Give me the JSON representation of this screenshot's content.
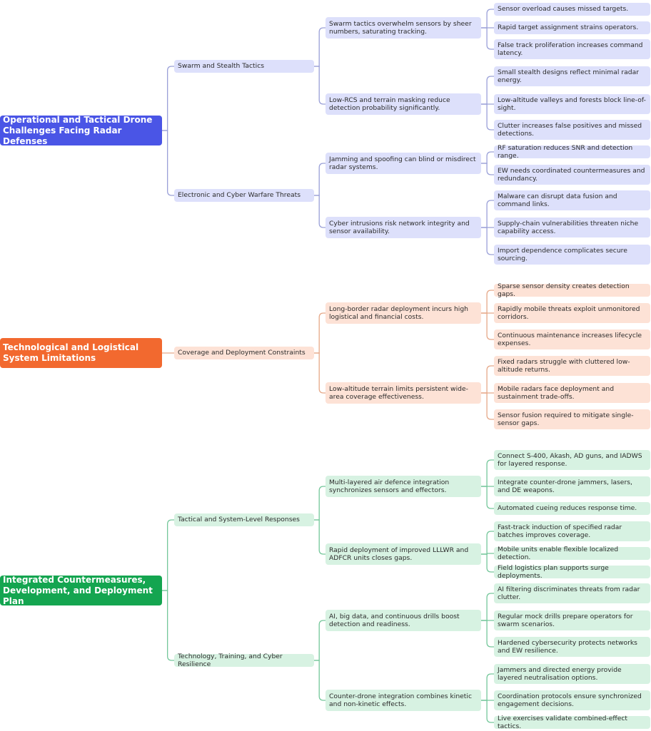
{
  "colors": {
    "blue": "#4a55e6",
    "orange": "#f2692f",
    "green": "#14a550"
  },
  "branches": [
    {
      "label": "Operational and Tactical Drone Challenges Facing Radar Defenses",
      "color": "blue",
      "children": [
        {
          "label": "Swarm and Stealth Tactics",
          "children": [
            {
              "label": "Swarm tactics overwhelm sensors by sheer numbers, saturating tracking.",
              "children": [
                "Sensor overload causes missed targets.",
                "Rapid target assignment strains operators.",
                "False track proliferation increases command latency."
              ]
            },
            {
              "label": "Low-RCS and terrain masking reduce detection probability significantly.",
              "children": [
                "Small stealth designs reflect minimal radar energy.",
                "Low-altitude valleys and forests block line-of-sight.",
                "Clutter increases false positives and missed detections."
              ]
            }
          ]
        },
        {
          "label": "Electronic and Cyber Warfare Threats",
          "children": [
            {
              "label": "Jamming and spoofing can blind or misdirect radar systems.",
              "children": [
                "RF saturation reduces SNR and detection range.",
                "EW needs coordinated countermeasures and redundancy."
              ]
            },
            {
              "label": "Cyber intrusions risk network integrity and sensor availability.",
              "children": [
                "Malware can disrupt data fusion and command links.",
                "Supply-chain vulnerabilities threaten niche capability access.",
                "Import dependence complicates secure sourcing."
              ]
            }
          ]
        }
      ]
    },
    {
      "label": "Technological and Logistical System Limitations",
      "color": "orange",
      "children": [
        {
          "label": "Coverage and Deployment Constraints",
          "children": [
            {
              "label": "Long-border radar deployment incurs high logistical and financial costs.",
              "children": [
                "Sparse sensor density creates detection gaps.",
                "Rapidly mobile threats exploit unmonitored corridors.",
                "Continuous maintenance increases lifecycle expenses."
              ]
            },
            {
              "label": "Low-altitude terrain limits persistent wide-area coverage effectiveness.",
              "children": [
                "Fixed radars struggle with cluttered low-altitude returns.",
                "Mobile radars face deployment and sustainment trade-offs.",
                "Sensor fusion required to mitigate single-sensor gaps."
              ]
            }
          ]
        }
      ]
    },
    {
      "label": "Integrated Countermeasures, Development, and Deployment Plan",
      "color": "green",
      "children": [
        {
          "label": "Tactical and System-Level Responses",
          "children": [
            {
              "label": "Multi-layered air defence integration synchronizes sensors and effectors.",
              "children": [
                "Connect S-400, Akash, AD guns, and IADWS for layered response.",
                "Integrate counter-drone jammers, lasers, and DE weapons.",
                "Automated cueing reduces response time."
              ]
            },
            {
              "label": "Rapid deployment of improved LLLWR and ADFCR units closes gaps.",
              "children": [
                "Fast-track induction of specified radar batches improves coverage.",
                "Mobile units enable flexible localized detection.",
                "Field logistics plan supports surge deployments."
              ]
            }
          ]
        },
        {
          "label": "Technology, Training, and Cyber Resilience",
          "children": [
            {
              "label": "AI, big data, and continuous drills boost detection and readiness.",
              "children": [
                "AI filtering discriminates threats from radar clutter.",
                "Regular mock drills prepare operators for swarm scenarios.",
                "Hardened cybersecurity protects networks and EW resilience."
              ]
            },
            {
              "label": "Counter-drone integration combines kinetic and non-kinetic effects.",
              "children": [
                "Jammers and directed energy provide layered neutralisation options.",
                "Coordination protocols ensure synchronized engagement decisions.",
                "Live exercises validate combined-effect tactics."
              ]
            }
          ]
        }
      ]
    }
  ]
}
